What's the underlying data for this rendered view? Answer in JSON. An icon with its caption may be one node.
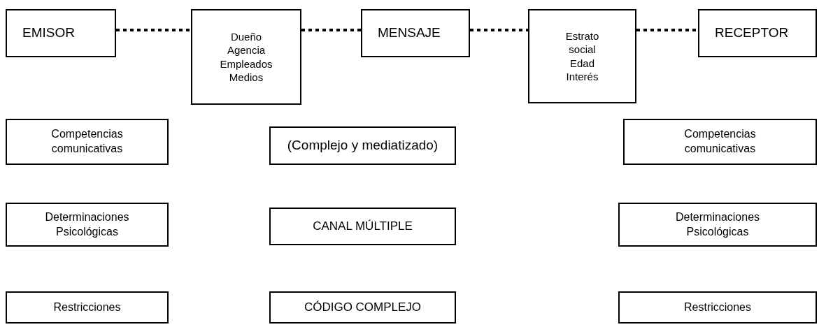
{
  "diagram": {
    "nodes": [
      {
        "text": [
          "EMISOR"
        ]
      },
      {
        "text": [
          "Dueño Agencia Empleados Medios"
        ]
      },
      {
        "text": [
          "MENSAJE"
        ]
      },
      {
        "text": [
          "Estrato social Edad Interés"
        ]
      },
      {
        "text": [
          "RECEPTOR"
        ]
      },
      {
        "text": [
          "Competencias comunicativas"
        ]
      },
      {
        "text": [
          "(Complejo y mediatizado)"
        ]
      },
      {
        "text": [
          "Competencias comunicativas"
        ]
      },
      {
        "text": [
          "Determinaciones Psicológicas"
        ]
      },
      {
        "text": [
          "CANAL MÚLTIPLE"
        ]
      },
      {
        "text": [
          "Determinaciones Psicológicas"
        ]
      },
      {
        "text": [
          "Restricciones"
        ]
      },
      {
        "text": [
          "CÓDIGO COMPLEJO"
        ]
      },
      {
        "text": [
          "Restricciones"
        ]
      }
    ],
    "edges": [
      {
        "from": 0,
        "to": 1,
        "arrow": "none",
        "style": "dashed"
      },
      {
        "from": 1,
        "to": 2,
        "arrow": "none",
        "style": "dashed"
      },
      {
        "from": 2,
        "to": 3,
        "arrow": "none",
        "style": "dashed"
      },
      {
        "from": 3,
        "to": 4,
        "arrow": "none",
        "style": "dashed"
      }
    ]
  }
}
